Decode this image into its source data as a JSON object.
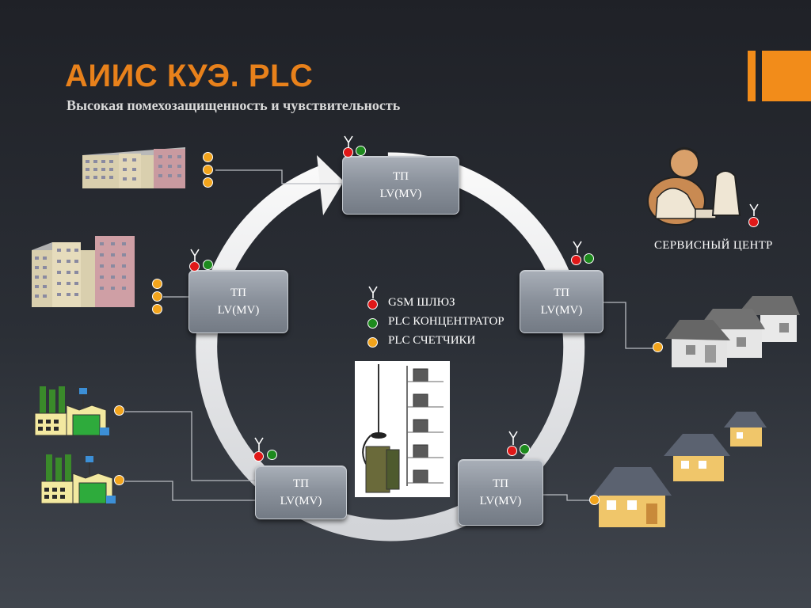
{
  "header": {
    "title": "АИИС КУЭ. PLC",
    "subtitle": "Высокая помехозащищенность и чувствительность"
  },
  "nodes": [
    {
      "line1": "ТП",
      "line2": "LV(MV)"
    },
    {
      "line1": "ТП",
      "line2": "LV(MV)"
    },
    {
      "line1": "ТП",
      "line2": "LV(MV)"
    },
    {
      "line1": "ТП",
      "line2": "LV(MV)"
    },
    {
      "line1": "ТП",
      "line2": "LV(MV)"
    }
  ],
  "legend": {
    "gsm": "GSM ШЛЮЗ",
    "concentrator": "PLC КОНЦЕНТРАТОР",
    "meters": "PLC  СЧЕТЧИКИ"
  },
  "service_center": {
    "label": "СЕРВИСНЫЙ ЦЕНТР"
  },
  "colors": {
    "accent": "#e8811b",
    "gsm": "#e01818",
    "concentrator": "#1d8a1d",
    "meter": "#f2a41c"
  }
}
